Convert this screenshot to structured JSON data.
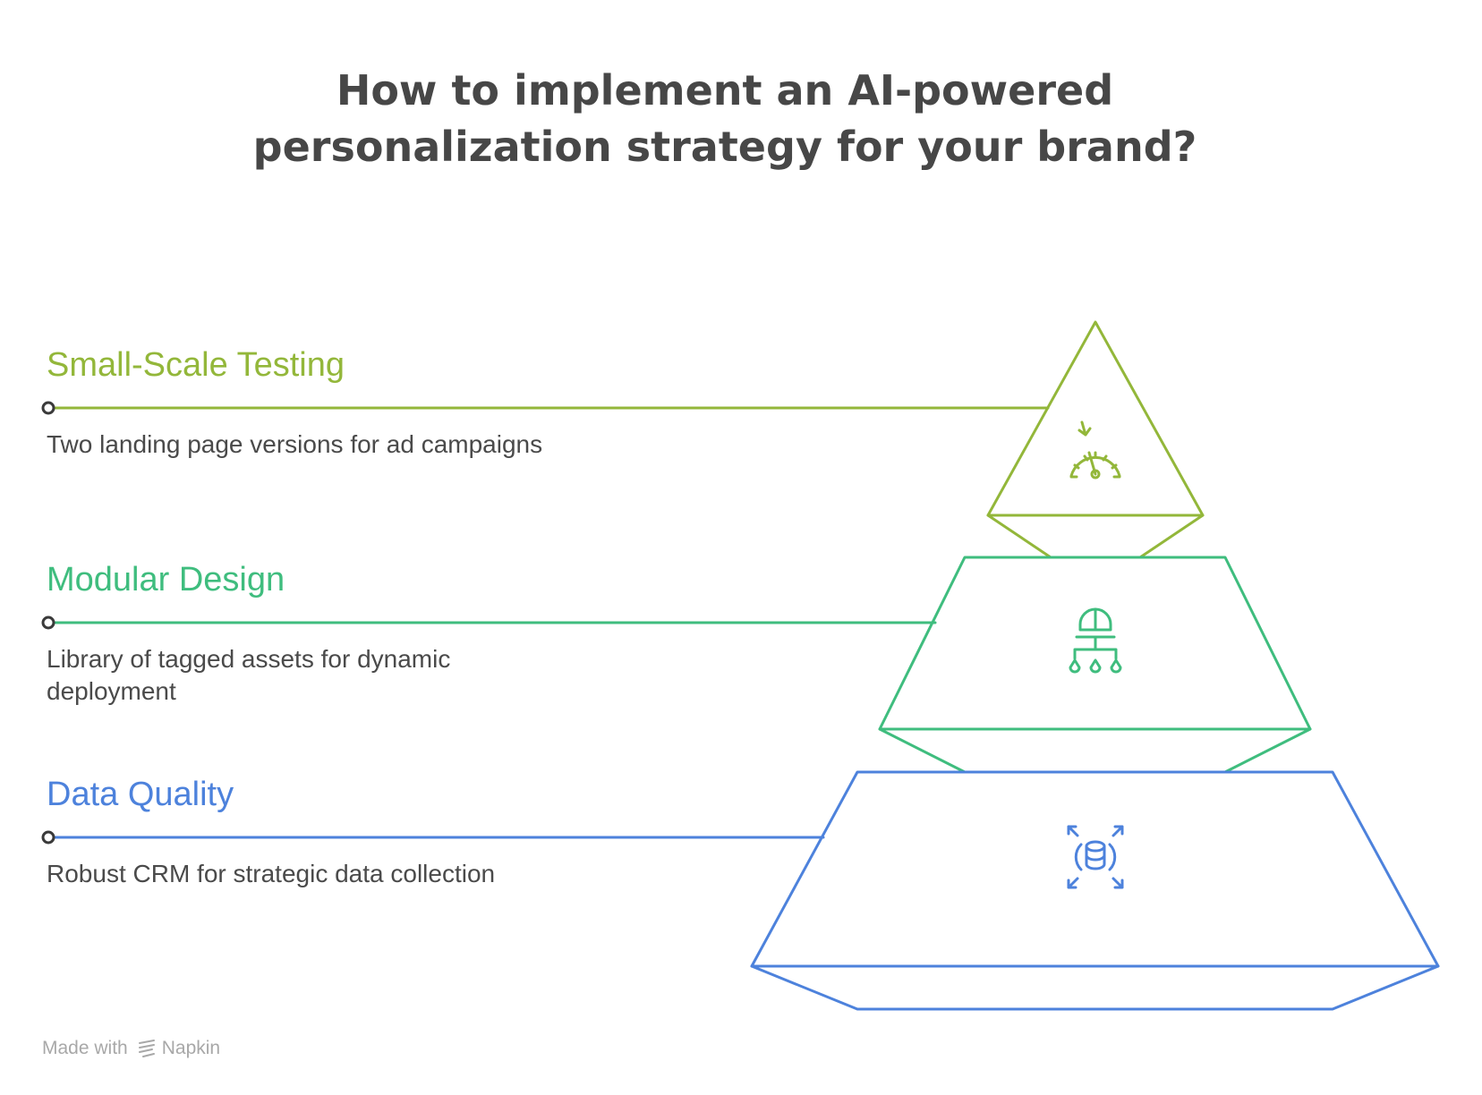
{
  "title": [
    "How to implement an AI-powered",
    "personalization strategy for your brand?"
  ],
  "levels": [
    {
      "title": "Small-Scale Testing",
      "description": "Two landing page versions for ad campaigns",
      "color": "#93b73a",
      "icon": "speedometer-icon"
    },
    {
      "title": "Modular Design",
      "description": "Library of tagged assets for dynamic deployment",
      "color": "#3fbd7e",
      "icon": "modular-hierarchy-icon"
    },
    {
      "title": "Data Quality",
      "description": "Robust CRM for strategic data collection",
      "color": "#4d82dc",
      "icon": "database-expand-icon"
    }
  ],
  "footer": {
    "made_with": "Made with",
    "brand": "Napkin"
  }
}
